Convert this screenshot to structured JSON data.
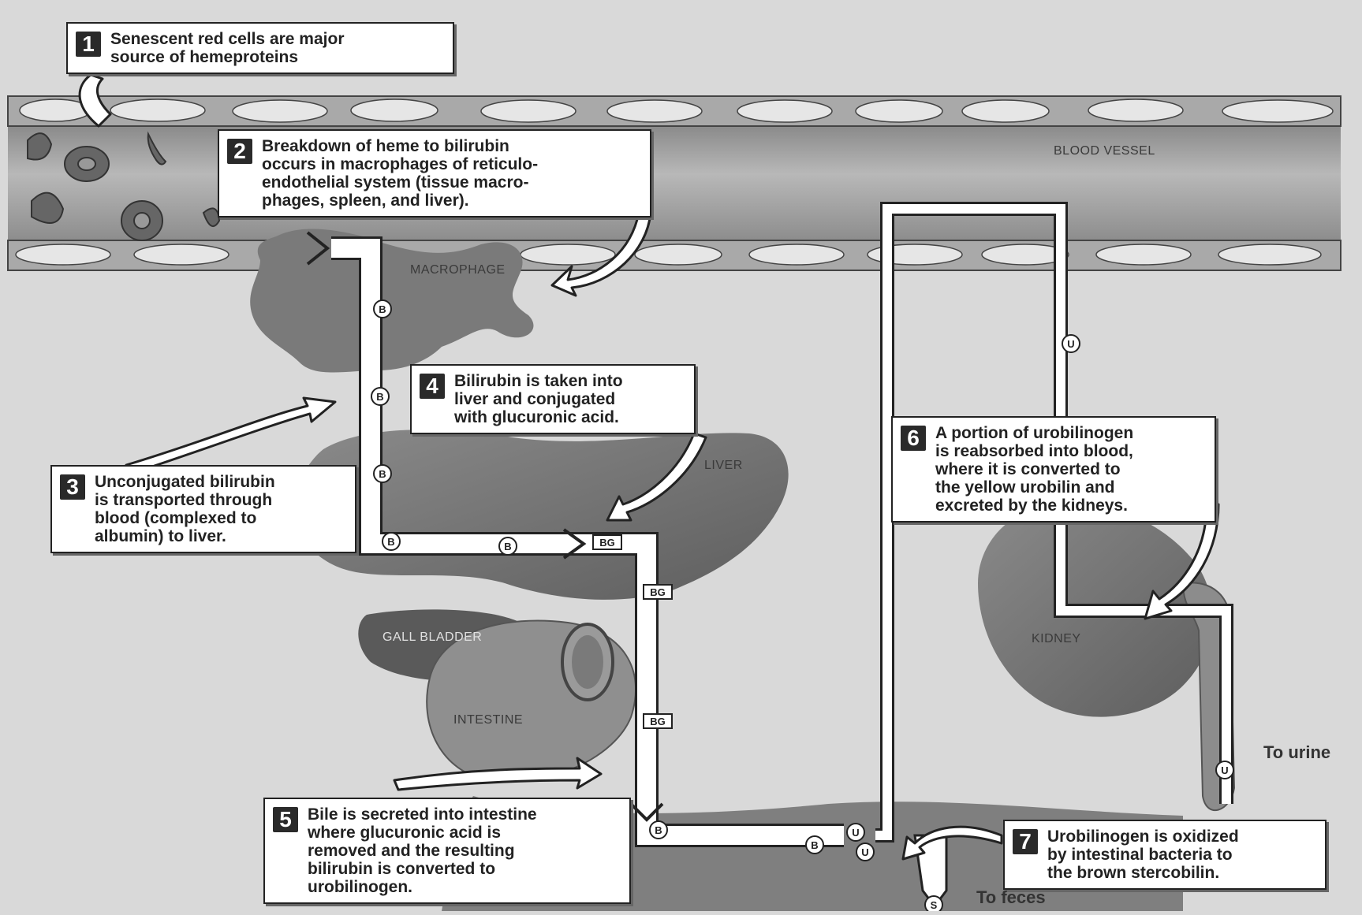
{
  "labels": {
    "blood_vessel": "BLOOD VESSEL",
    "macrophage": "MACROPHAGE",
    "liver": "LIVER",
    "gall_bladder": "GALL BLADDER",
    "intestine": "INTESTINE",
    "kidney": "KIDNEY",
    "to_urine": "To urine",
    "to_feces": "To feces"
  },
  "markers": {
    "bilirubin": "B",
    "bilirubin_glucuronide": "BG",
    "urobilinogen": "U",
    "stercobilin": "S"
  },
  "steps": [
    {
      "num": "1",
      "text": "Senescent red cells are major\nsource of hemeproteins"
    },
    {
      "num": "2",
      "text": "Breakdown of heme to bilirubin\noccurs in macrophages of reticulo-\nendothelial system (tissue macro-\nphages, spleen, and liver)."
    },
    {
      "num": "3",
      "text": "Unconjugated bilirubin\nis transported through\nblood (complexed to\nalbumin) to liver."
    },
    {
      "num": "4",
      "text": "Bilirubin is taken into\nliver and conjugated\nwith glucuronic acid."
    },
    {
      "num": "5",
      "text": "Bile is secreted into intestine\nwhere glucuronic acid is\nremoved and the resulting\nbilirubin is converted to\nurobilinogen."
    },
    {
      "num": "6",
      "text": "A portion of urobilinogen\nis reabsorbed into blood,\nwhere it is converted to\nthe yellow urobilin and\nexcreted by the kidneys."
    },
    {
      "num": "7",
      "text": "Urobilinogen is oxidized\nby intestinal bacteria to\nthe brown stercobilin."
    }
  ],
  "colors": {
    "background": "#d9d9d9",
    "vessel": "#8c8c8c",
    "organ_dark": "#6f6f6f",
    "organ_mid": "#8a8a8a",
    "pathway": "#ffffff"
  }
}
